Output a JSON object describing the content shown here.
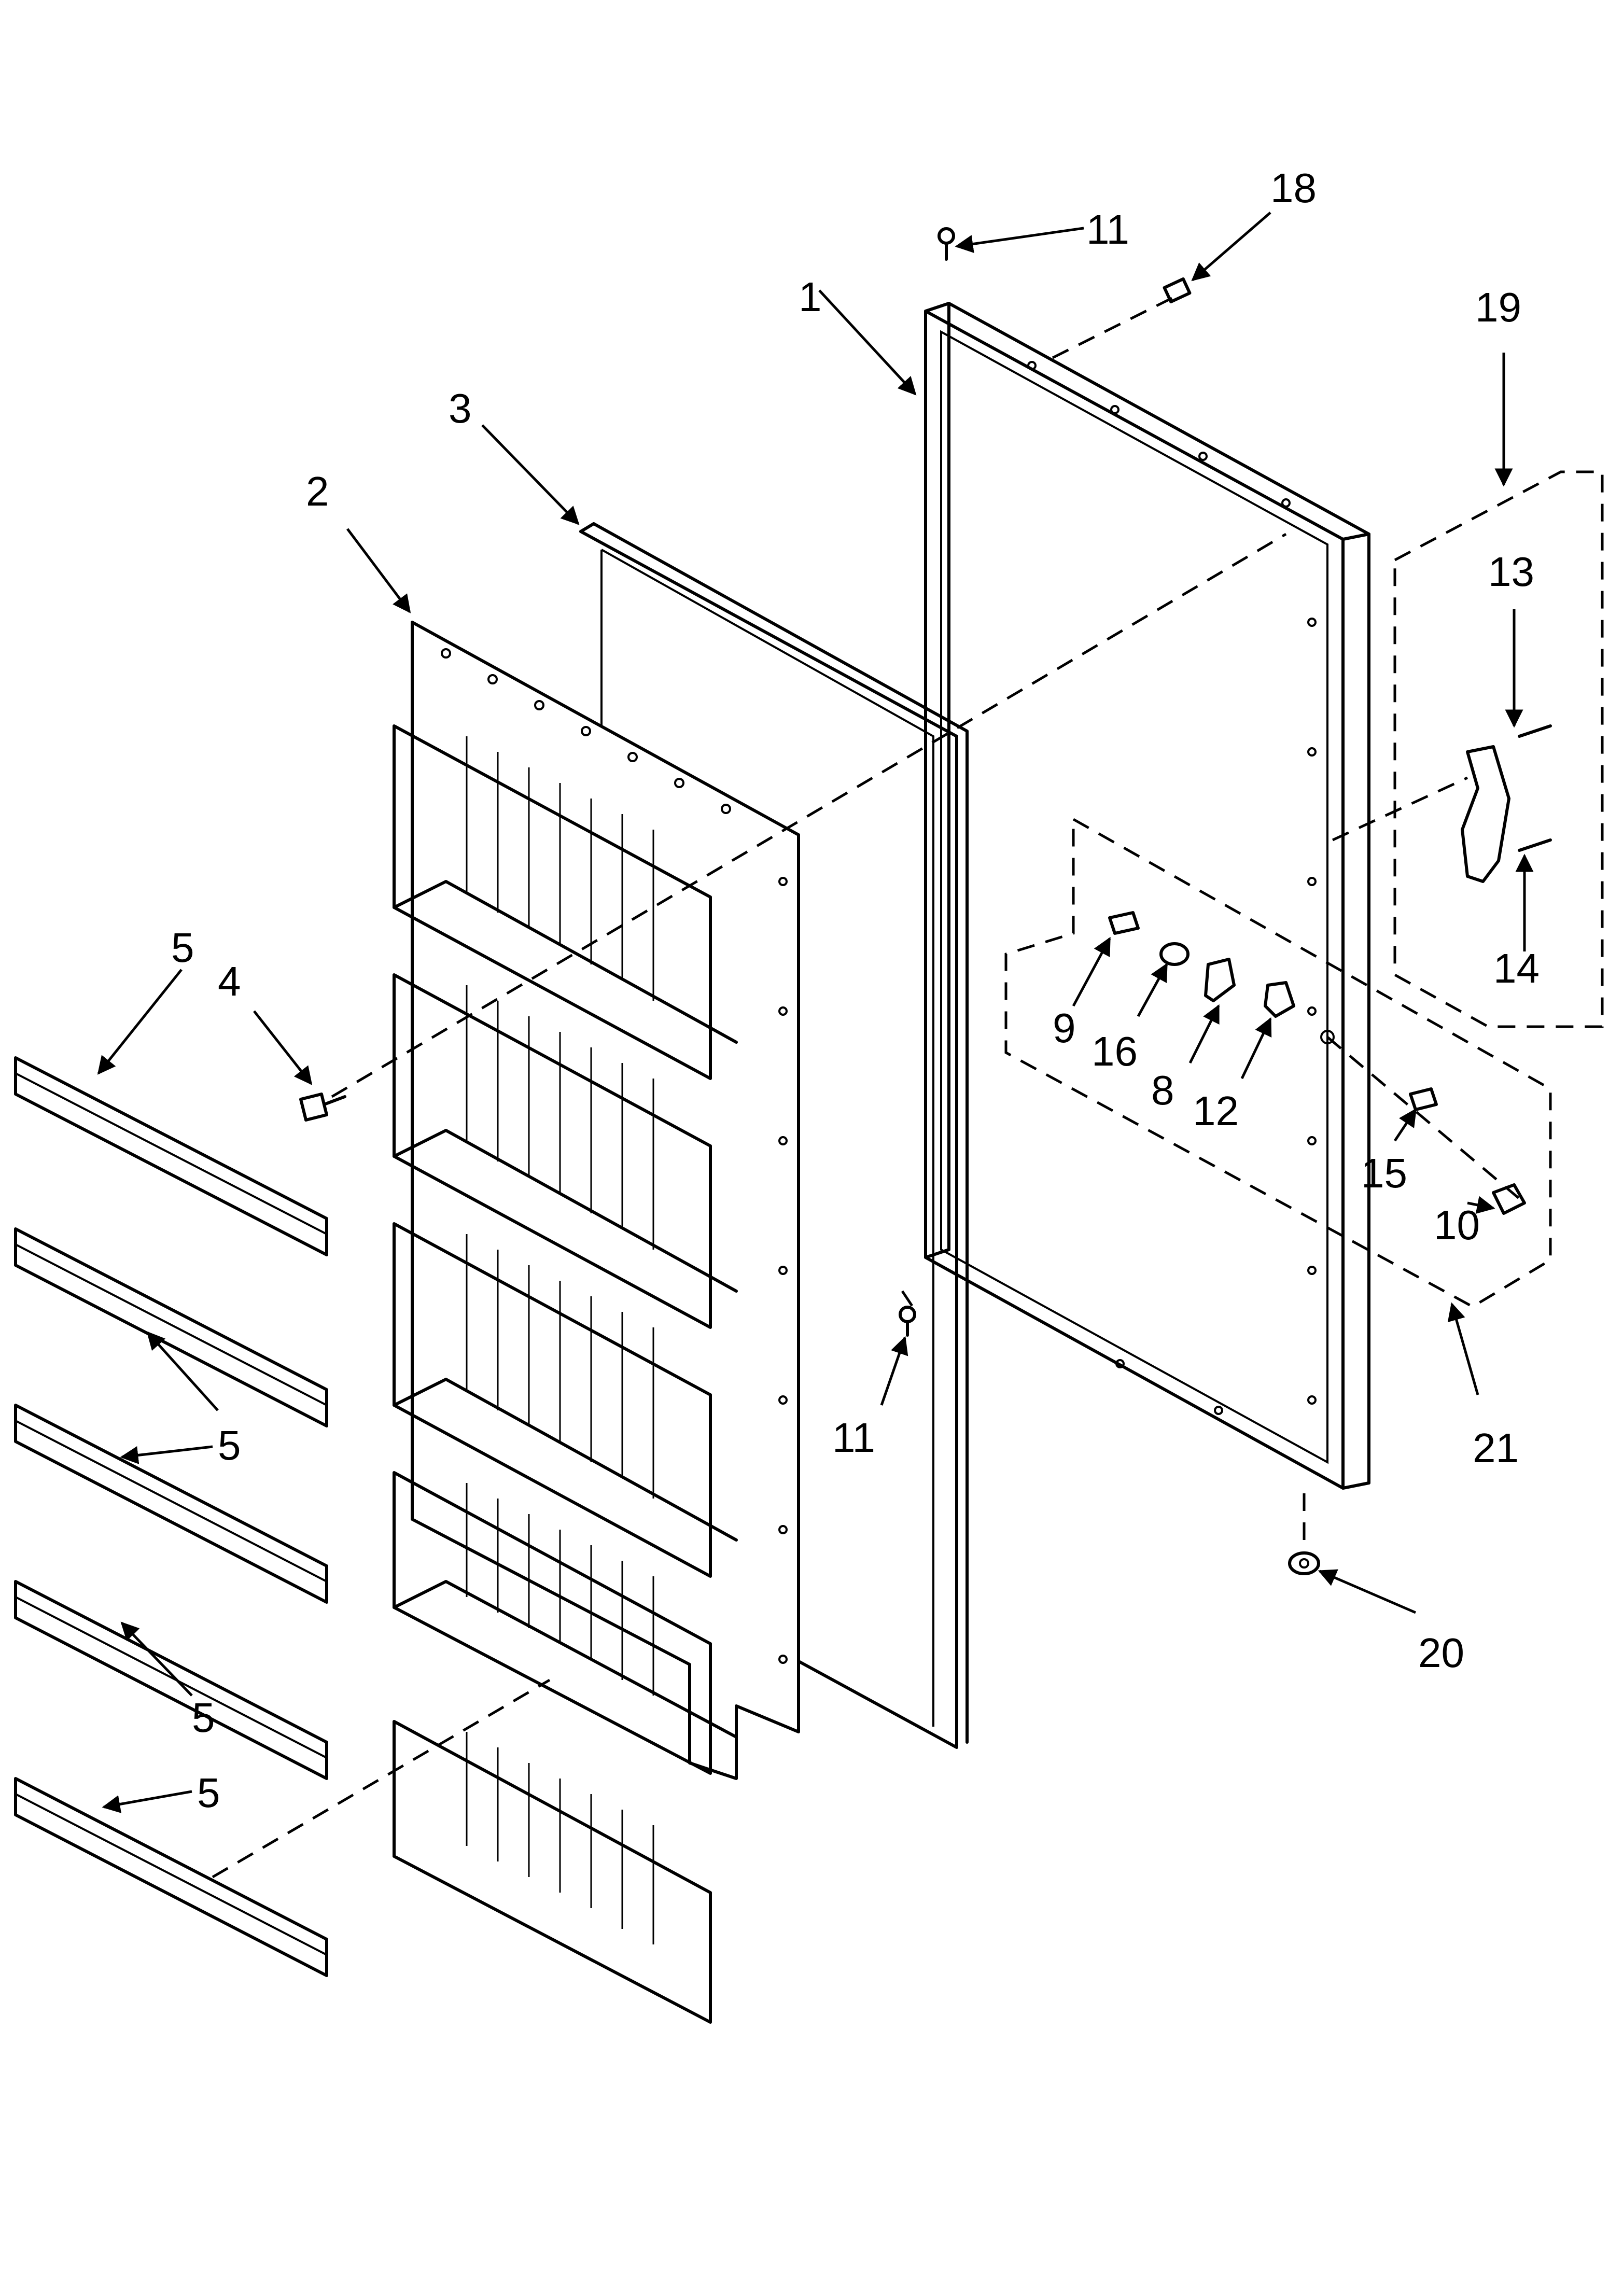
{
  "diagram": {
    "callouts": {
      "c1": "1",
      "c2": "2",
      "c3": "3",
      "c4": "4",
      "c5a": "5",
      "c5b": "5",
      "c5c": "5",
      "c5d": "5",
      "c8": "8",
      "c9": "9",
      "c10": "10",
      "c11a": "11",
      "c11b": "11",
      "c12": "12",
      "c13": "13",
      "c14": "14",
      "c15": "15",
      "c16": "16",
      "c18": "18",
      "c19": "19",
      "c20": "20",
      "c21": "21"
    }
  }
}
